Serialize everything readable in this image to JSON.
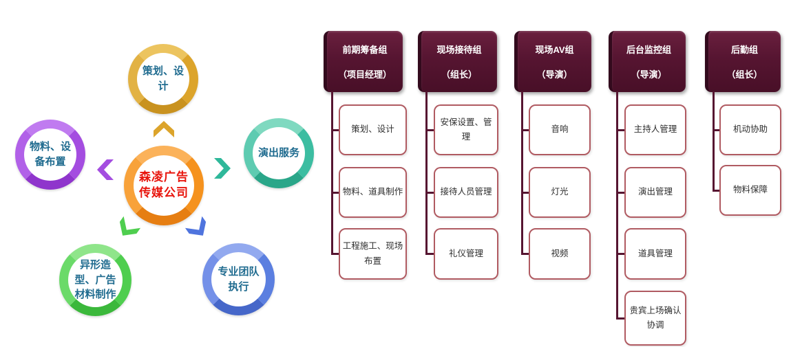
{
  "diagram": {
    "label_text_color": "#1F6B8F",
    "center": {
      "label": "森凌广告传媒公司",
      "ring_color": "#F5921E",
      "text_color": "#E8150D"
    },
    "nodes": [
      {
        "label": "策划、设计",
        "color": "#DCA42B",
        "position": "top"
      },
      {
        "label": "演出服务",
        "color": "#3CBDA1",
        "position": "right"
      },
      {
        "label": "物料、设备布置",
        "color": "#A44DE0",
        "position": "left"
      },
      {
        "label": "异形造型、广告材料制作",
        "color": "#4FCE4F",
        "position": "bottom-left"
      },
      {
        "label": "专业团队执行",
        "color": "#5B7FE0",
        "position": "bottom-right"
      }
    ],
    "arrows": [
      {
        "icon": "chevron-up-icon",
        "color": "#DCA42B"
      },
      {
        "icon": "chevron-left-icon",
        "color": "#A44DE0"
      },
      {
        "icon": "chevron-right-icon",
        "color": "#2FB89A"
      },
      {
        "icon": "chevron-down-left-icon",
        "color": "#4FCE4F"
      },
      {
        "icon": "chevron-down-right-icon",
        "color": "#4F74DE"
      }
    ]
  },
  "org_chart": {
    "header_bg": "#561531",
    "item_border_color": "#B05A61",
    "connector_color": "#561531",
    "columns": [
      {
        "title": "前期筹备组",
        "subtitle": "（项目经理）",
        "items": [
          "策划、设计",
          "物料、道具制作",
          "工程施工、现场布置"
        ]
      },
      {
        "title": "现场接待组",
        "subtitle": "（组长）",
        "items": [
          "安保设置、管理",
          "接待人员管理",
          "礼仪管理"
        ]
      },
      {
        "title": "现场AV组",
        "subtitle": "（导演）",
        "items": [
          "音响",
          "灯光",
          "视频"
        ]
      },
      {
        "title": "后台监控组",
        "subtitle": "（导演）",
        "items": [
          "主持人管理",
          "演出管理",
          "道具管理",
          "贵宾上场确认协调"
        ]
      },
      {
        "title": "后勤组",
        "subtitle": "（组长）",
        "items": [
          "机动协助",
          "物料保障"
        ]
      }
    ]
  }
}
